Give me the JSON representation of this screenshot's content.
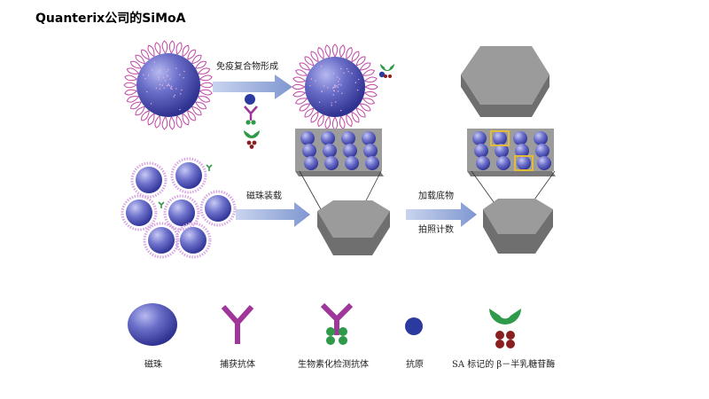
{
  "title": "Quanterix公司的SiMoA",
  "steps": {
    "immunocomplex": "免疫复合物形成",
    "bead_loading": "磁珠装载",
    "add_substrate": "加载底物",
    "photo_count": "拍照计数"
  },
  "legend": [
    {
      "icon": "magnetic-bead-icon",
      "label": "磁珠"
    },
    {
      "icon": "capture-antibody-icon",
      "label": "捕获抗体"
    },
    {
      "icon": "biotinylated-antibody-icon",
      "label": "生物素化检测抗体"
    },
    {
      "icon": "antigen-icon",
      "label": "抗原"
    },
    {
      "icon": "sa-beta-galactosidase-icon",
      "label": "SA 标记的 β－半乳糖苷酶"
    }
  ],
  "colors": {
    "bead": "#4a4fb0",
    "antibody": "#a0359a",
    "antigen": "#2b3a9e",
    "enzyme_green": "#2e9a4a",
    "enzyme_red": "#8a1f1f",
    "array": "#8a8a8a",
    "arrow": "#8fa6d6",
    "highlight": "#d8b23a"
  }
}
